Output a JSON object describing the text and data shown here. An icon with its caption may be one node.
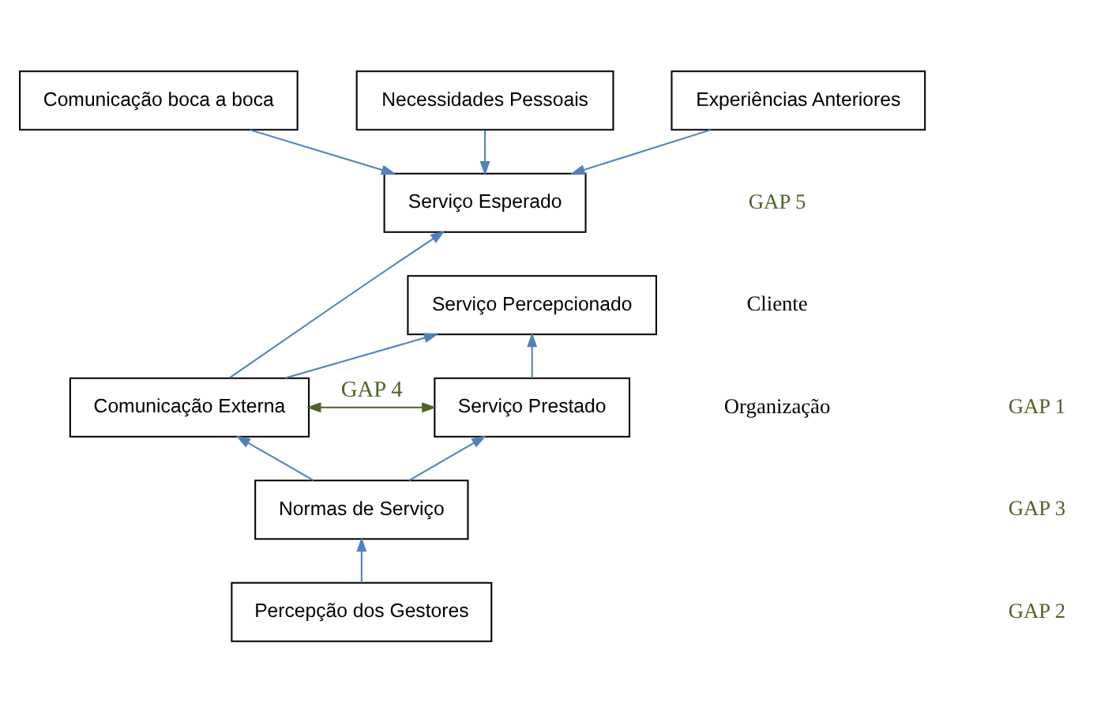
{
  "diagram": {
    "nodes": [
      {
        "text": [
          "Comunicação boca a boca"
        ]
      },
      {
        "text": [
          "Necessidades Pessoais"
        ]
      },
      {
        "text": [
          "Experiências Anteriores"
        ]
      },
      {
        "text": [
          "Serviço Esperado"
        ]
      },
      {
        "text": [
          "Serviço Percepcionado"
        ]
      },
      {
        "text": [
          "Serviço Prestado"
        ]
      },
      {
        "text": [
          "Comunicação Externa"
        ]
      },
      {
        "text": [
          "Normas de Serviço"
        ]
      },
      {
        "text": [
          "Percepção dos Gestores"
        ]
      }
    ],
    "edges": [
      {
        "from": 1,
        "to": 3,
        "arrow": "to"
      },
      {
        "from": 0,
        "to": 3,
        "arrow": "to"
      },
      {
        "from": 2,
        "to": 3,
        "arrow": "to"
      },
      {
        "from": 6,
        "to": 3,
        "arrow": "to"
      },
      {
        "from": 6,
        "to": 4,
        "arrow": "to"
      },
      {
        "from": 5,
        "to": 4,
        "arrow": "to"
      },
      {
        "from": 5,
        "to": 6,
        "arrow": "both",
        "label": "GAP 4",
        "color": "#4f6228"
      },
      {
        "from": 7,
        "to": 5,
        "arrow": "to"
      },
      {
        "from": 7,
        "to": 6,
        "arrow": "to"
      },
      {
        "from": 8,
        "to": 7,
        "arrow": "to"
      }
    ],
    "labels": [
      "GAP 5",
      "Cliente",
      "Organização",
      "GAP 1",
      "GAP 3",
      "GAP 2"
    ]
  }
}
